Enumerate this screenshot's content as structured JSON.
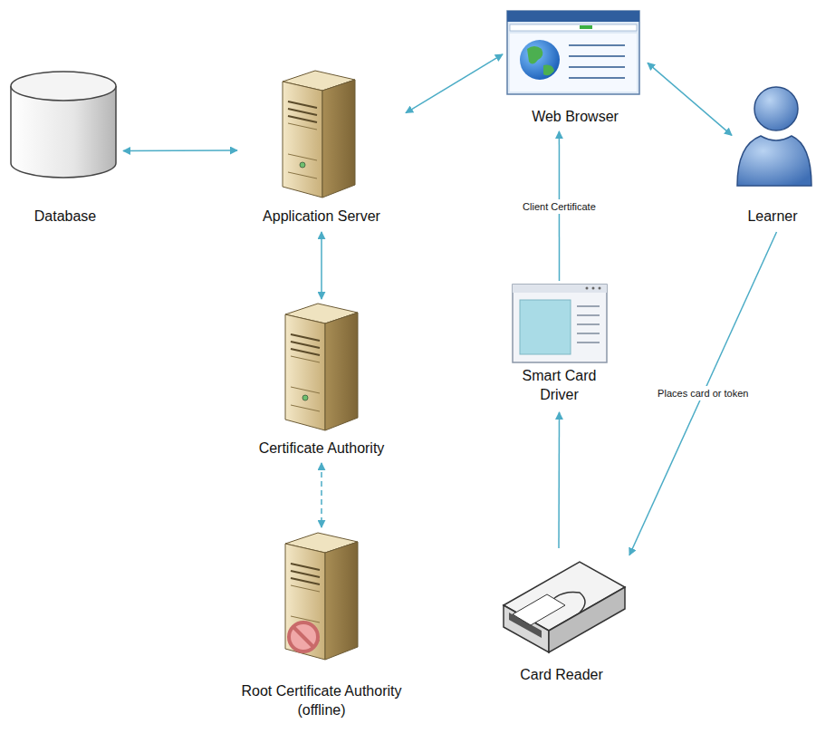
{
  "diagram": {
    "nodes": [
      {
        "text": [
          "Web Browser"
        ]
      },
      {
        "text": [
          "Database"
        ]
      },
      {
        "text": [
          "Application Server"
        ]
      },
      {
        "text": [
          "Learner"
        ]
      },
      {
        "text": [
          "Smart Card Driver"
        ]
      },
      {
        "text": [
          "Certificate Authority"
        ]
      },
      {
        "text": [
          "Card Reader"
        ]
      },
      {
        "text": [
          "Root Certificate Authority (offline)"
        ]
      }
    ],
    "edges": [
      {
        "from": 1,
        "to": 2,
        "arrow": "both"
      },
      {
        "from": 2,
        "to": 0,
        "arrow": "both"
      },
      {
        "from": 0,
        "to": 3,
        "arrow": "both"
      },
      {
        "from": 2,
        "to": 5,
        "arrow": "both"
      },
      {
        "from": 5,
        "to": 7,
        "arrow": "both"
      },
      {
        "from": 4,
        "to": 0,
        "arrow": "to",
        "label": "Client Certificate"
      },
      {
        "from": 6,
        "to": 4,
        "arrow": "to"
      },
      {
        "from": 3,
        "to": 6,
        "arrow": "to",
        "label": "Places card or token"
      }
    ]
  }
}
